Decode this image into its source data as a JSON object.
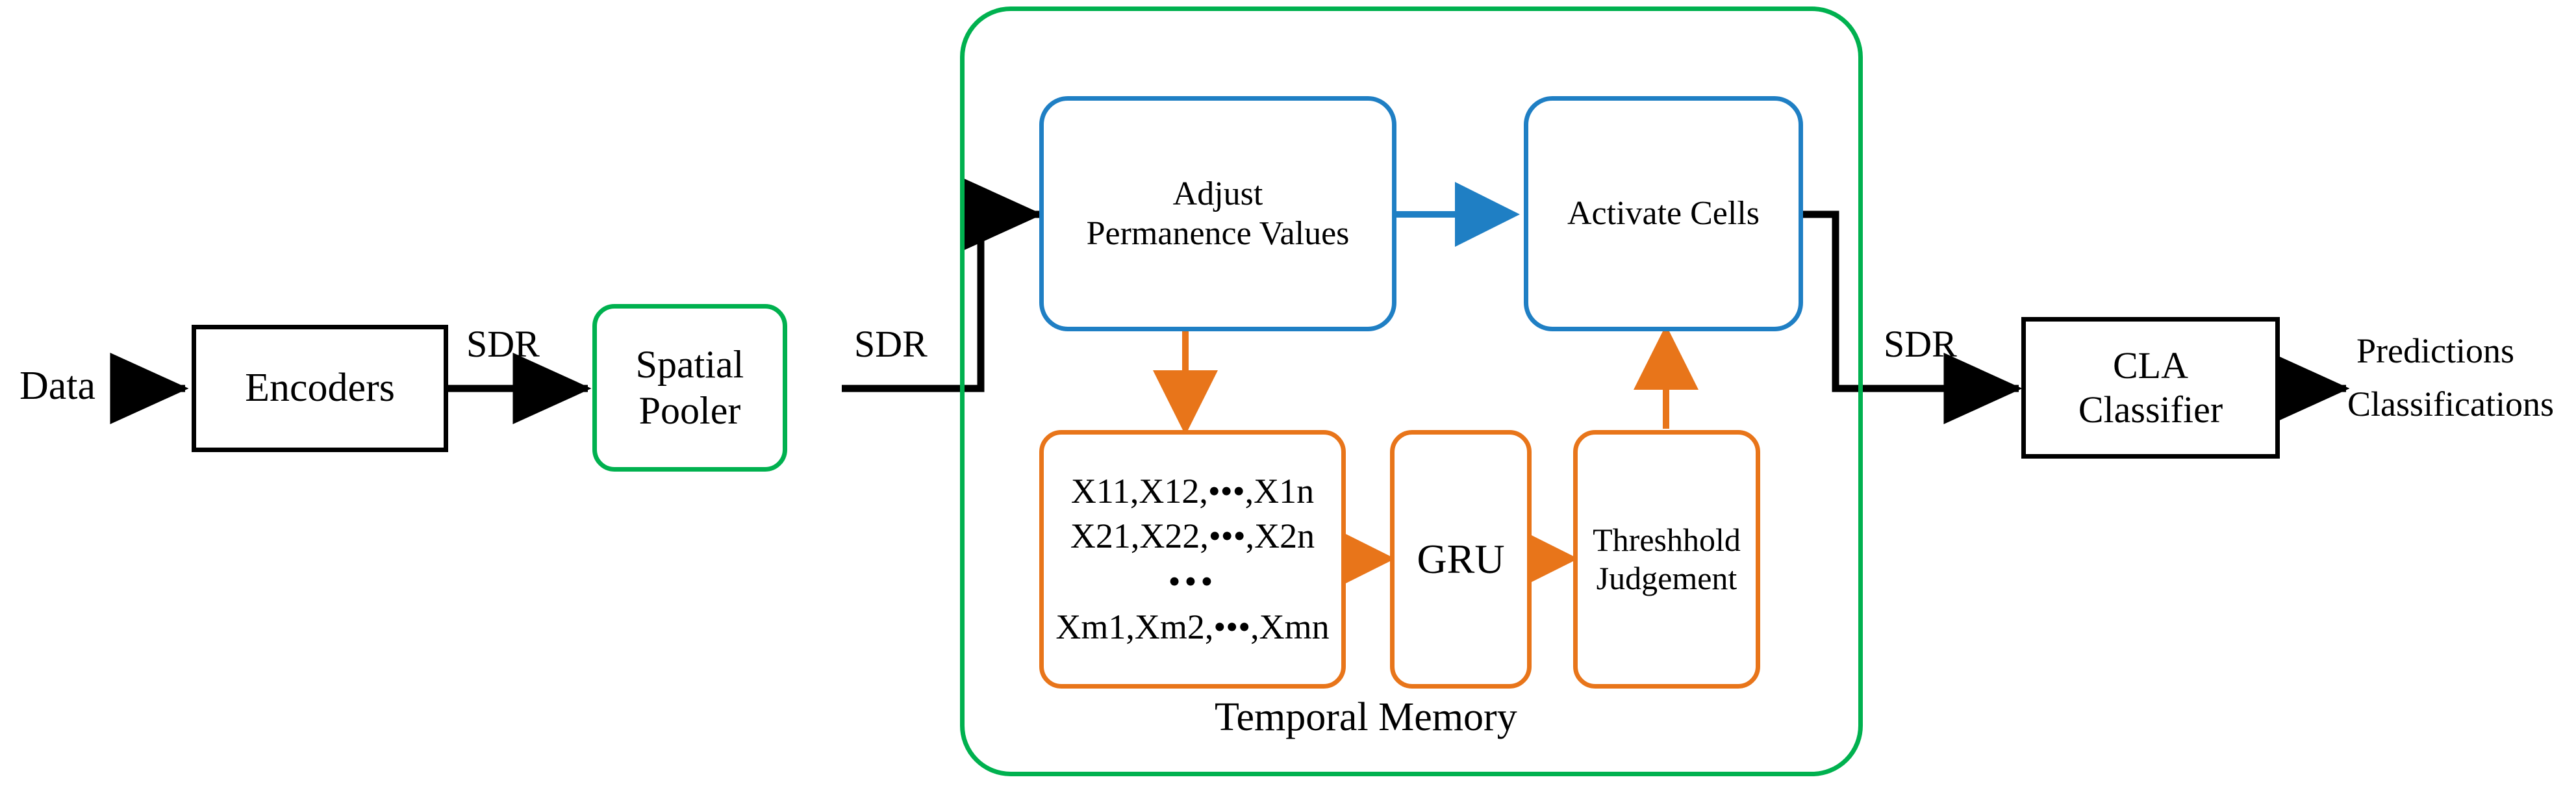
{
  "diagram": {
    "title": "HTM with GRU Temporal Memory pipeline",
    "colors": {
      "black": "#000000",
      "green": "#00B14F",
      "blue": "#1F7FC4",
      "orange": "#E8751A",
      "background": "#FFFFFF"
    }
  },
  "labels": {
    "data": "Data",
    "sdr_1": "SDR",
    "sdr_2": "SDR",
    "sdr_3": "SDR",
    "output_line_1": "Predictions",
    "output_line_2": "Classifications",
    "temporal_memory": "Temporal Memory"
  },
  "nodes": {
    "encoders": {
      "label": "Encoders",
      "style": "black-rect"
    },
    "spatial_pooler": {
      "line1": "Spatial",
      "line2": "Pooler",
      "style": "green-rounded"
    },
    "adjust_permanence": {
      "line1": "Adjust",
      "line2": "Permanence Values",
      "style": "blue-rounded"
    },
    "activate_cells": {
      "label": "Activate Cells",
      "style": "blue-rounded"
    },
    "gru": {
      "label": "GRU",
      "style": "orange-rounded"
    },
    "threshhold_judgement": {
      "line1": "Threshhold",
      "line2": "Judgement",
      "style": "orange-rounded"
    },
    "cla_classifier": {
      "line1": "CLA",
      "line2": "Classifier",
      "style": "black-rect"
    },
    "matrix": {
      "style": "orange-rounded",
      "rows": [
        {
          "cells": [
            "X11",
            "X12"
          ],
          "ellipsis": "•••",
          "last": "X1n"
        },
        {
          "cells": [
            "X21",
            "X22"
          ],
          "ellipsis": "•••",
          "last": "X2n"
        },
        {
          "cells": [],
          "ellipsis": "•••",
          "last": ""
        },
        {
          "cells": [
            "Xm1",
            "Xm2"
          ],
          "ellipsis": "•••",
          "last": "Xmn"
        }
      ],
      "row_text": [
        "X11,X12,•••,X1n",
        "X21,X22,•••,X2n",
        "•••",
        "Xm1,Xm2,•••,Xmn"
      ]
    }
  },
  "edges": [
    {
      "from": "data",
      "to": "encoders",
      "color": "#000000",
      "label": ""
    },
    {
      "from": "encoders",
      "to": "spatial_pooler",
      "color": "#000000",
      "label": "SDR"
    },
    {
      "from": "spatial_pooler",
      "to": "adjust_permanence",
      "color": "#000000",
      "label": "SDR"
    },
    {
      "from": "adjust_permanence",
      "to": "activate_cells",
      "color": "#1F7FC4",
      "label": ""
    },
    {
      "from": "adjust_permanence",
      "to": "matrix",
      "color": "#E8751A",
      "label": ""
    },
    {
      "from": "matrix",
      "to": "gru",
      "color": "#E8751A",
      "label": ""
    },
    {
      "from": "gru",
      "to": "threshhold_judgement",
      "color": "#E8751A",
      "label": ""
    },
    {
      "from": "threshhold_judgement",
      "to": "activate_cells",
      "color": "#E8751A",
      "label": ""
    },
    {
      "from": "activate_cells",
      "to": "cla_classifier",
      "color": "#000000",
      "label": "SDR"
    },
    {
      "from": "cla_classifier",
      "to": "output",
      "color": "#000000",
      "label": "Predictions Classifications"
    }
  ]
}
